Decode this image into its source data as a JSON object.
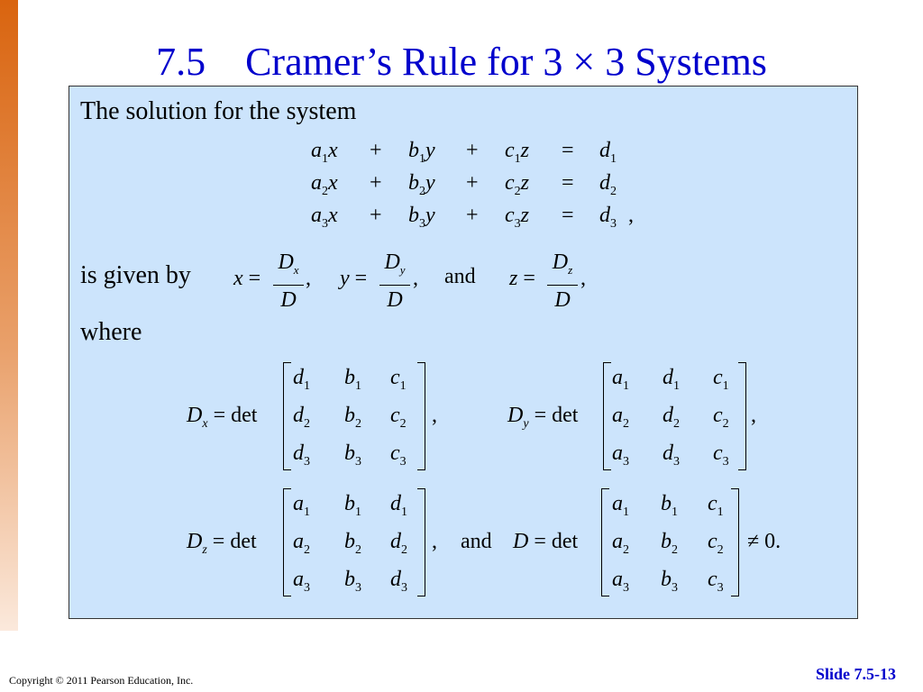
{
  "slide": {
    "title": "7.5    Cramer’s Rule for 3 × 3 Systems",
    "intro": "The solution for the system",
    "given_by": "is given by",
    "where": "where",
    "and_word": "and",
    "footer_copyright": "Copyright © 2011 Pearson Education, Inc.",
    "footer_slide": "Slide 7.5-13"
  },
  "colors": {
    "title": "#0000cc",
    "box_bg": "#cce4fc",
    "bar_top": "#d9640f"
  }
}
